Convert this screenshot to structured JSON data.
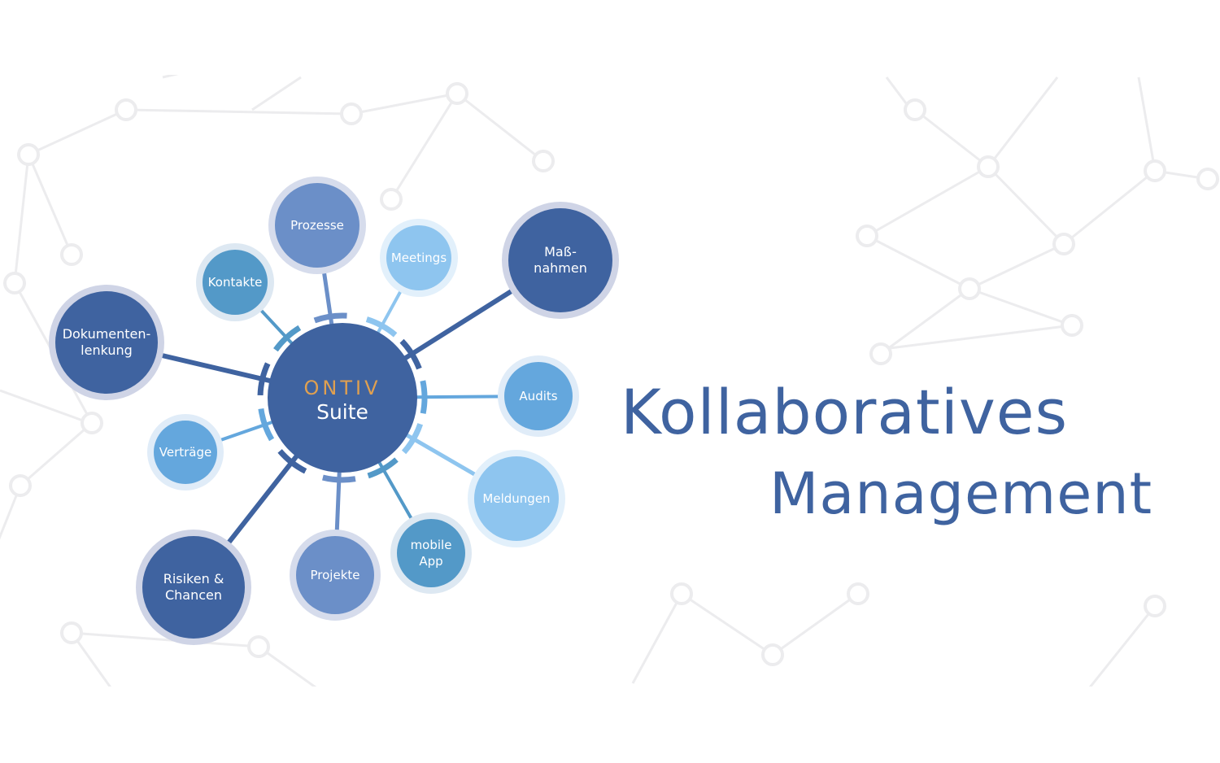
{
  "center": {
    "logo": "ONTIV",
    "label": "Suite",
    "logo_color": "#e0a050",
    "fill": "#3f63a0"
  },
  "nodes": [
    {
      "id": "prozesse",
      "lines": [
        "Prozesse"
      ],
      "fill": "#6b8fc8"
    },
    {
      "id": "kontakte",
      "lines": [
        "Kontakte"
      ],
      "fill": "#5399c8"
    },
    {
      "id": "meetings",
      "lines": [
        "Meetings"
      ],
      "fill": "#8ec5ef"
    },
    {
      "id": "massnahmen",
      "lines": [
        "Maß-",
        "nahmen"
      ],
      "fill": "#3f63a0"
    },
    {
      "id": "dokumentenlenkung",
      "lines": [
        "Dokumenten-",
        "lenkung"
      ],
      "fill": "#3f63a0"
    },
    {
      "id": "audits",
      "lines": [
        "Audits"
      ],
      "fill": "#64a7dd"
    },
    {
      "id": "vertraege",
      "lines": [
        "Verträge"
      ],
      "fill": "#64a7dd"
    },
    {
      "id": "meldungen",
      "lines": [
        "Meldungen"
      ],
      "fill": "#8ec5ef"
    },
    {
      "id": "mobile-app",
      "lines": [
        "mobile",
        "App"
      ],
      "fill": "#5399c8"
    },
    {
      "id": "projekte",
      "lines": [
        "Projekte"
      ],
      "fill": "#6b8fc8"
    },
    {
      "id": "risiken-chancen",
      "lines": [
        "Risiken &",
        "Chancen"
      ],
      "fill": "#3f63a0"
    }
  ],
  "heading": {
    "line1": "Kollaboratives",
    "line2": "Management",
    "color": "#3f63a0"
  }
}
